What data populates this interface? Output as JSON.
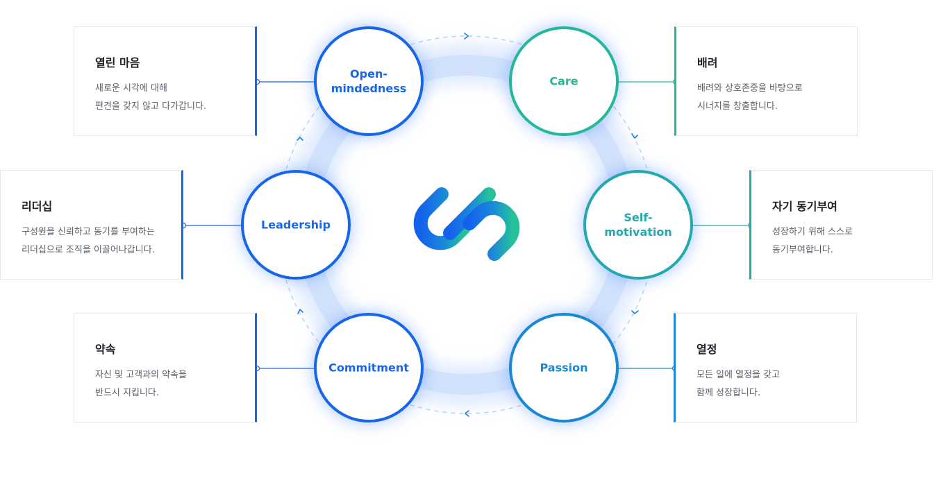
{
  "colors": {
    "blue": "#1766e8",
    "green": "#25b897",
    "teal": "#24a8ad",
    "lightblue": "#1b86d3",
    "ring": "#cfe0fb",
    "card_border": "#e3e6ea"
  },
  "center_logo": {
    "icon": "s-link-logo-icon"
  },
  "values": [
    {
      "node_label": "Open-\nmindedness",
      "title": "열린 마음",
      "desc": [
        "새로운 시각에 대해",
        "편견을 갖지 않고 다가갑니다."
      ]
    },
    {
      "node_label": "Care",
      "title": "배려",
      "desc": [
        "배려와 상호존중을 바탕으로",
        "시너지를 창출합니다."
      ]
    },
    {
      "node_label": "Self-\nmotivation",
      "title": "자기 동기부여",
      "desc": [
        "성장하기 위해 스스로",
        "동기부여합니다."
      ]
    },
    {
      "node_label": "Passion",
      "title": "열정",
      "desc": [
        "모든 일에 열정을 갖고",
        "함께 성장합니다."
      ]
    },
    {
      "node_label": "Commitment",
      "title": "약속",
      "desc": [
        "자신 및 고객과의 약속을",
        "반드시 지킵니다."
      ]
    },
    {
      "node_label": "Leadership",
      "title": "리더십",
      "desc": [
        "구성원을 신뢰하고 동기를 부여하는",
        "리더십으로 조직을 이끌어나갑니다."
      ]
    }
  ]
}
